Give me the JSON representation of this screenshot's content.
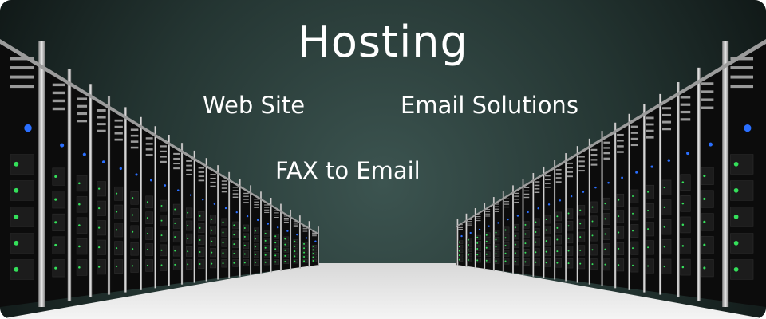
{
  "banner": {
    "title": "Hosting",
    "services": [
      "Web Site",
      "Email Solutions",
      "FAX to Email"
    ]
  },
  "colors": {
    "background_center": "#3c5450",
    "background_edge": "#0e1514",
    "rack_body": "#0c0c0c",
    "rack_frame": "#c4c4c4",
    "led_green": "#34e05a",
    "led_blue": "#2a6fff"
  }
}
